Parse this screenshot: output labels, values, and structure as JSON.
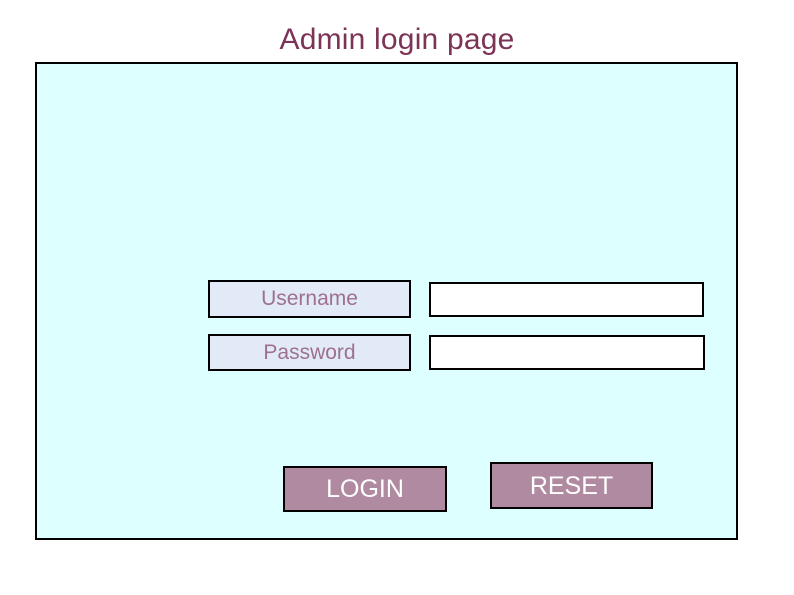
{
  "slide": {
    "title": "Admin login page",
    "background_color": "#ffffff"
  },
  "panel": {
    "background_color": "#ddffff",
    "border_color": "#000000"
  },
  "form": {
    "fields": [
      {
        "label": "Username",
        "value": "",
        "placeholder": "",
        "label_box_color": "#e2eaf8",
        "label_text_color": "#9e7090",
        "input_background": "#ffffff"
      },
      {
        "label": "Password",
        "value": "",
        "placeholder": "",
        "label_box_color": "#e2eaf8",
        "label_text_color": "#9e7090",
        "input_background": "#ffffff"
      }
    ]
  },
  "buttons": {
    "login_label": "LOGIN",
    "reset_label": "RESET",
    "background_color": "#b08aa0",
    "text_color": "#ffffff",
    "border_color": "#000000"
  },
  "colors": {
    "title_text": "#7d3356",
    "panel_fill": "#ddffff",
    "label_fill": "#e2eaf8",
    "button_fill": "#b08aa0"
  }
}
